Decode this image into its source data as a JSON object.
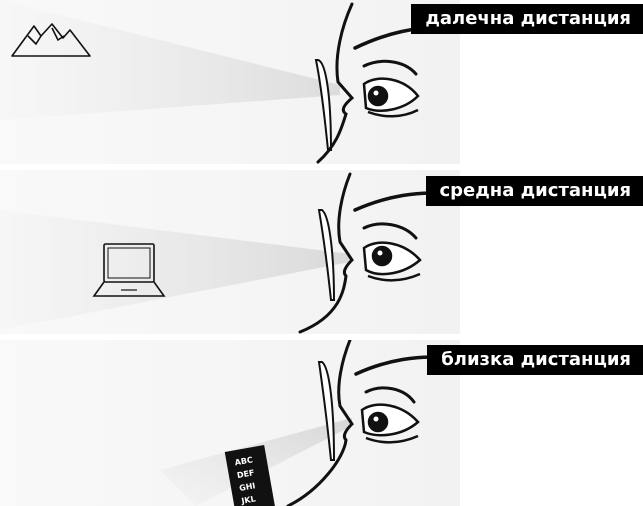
{
  "panels": [
    {
      "label": "далечна дистанция"
    },
    {
      "label": "средна дистанция"
    },
    {
      "label": "близка дистанция"
    }
  ],
  "card_lines": [
    "ABC",
    "DEF",
    "GHI",
    "JKL"
  ],
  "icons": [
    "mountain-icon",
    "laptop-icon",
    "reading-card-icon",
    "eye-icon",
    "lens-icon"
  ],
  "colors": {
    "label_bg": "#000000",
    "label_text": "#ffffff",
    "panel_bg": "#f7f7f7",
    "beam": "#e2e2e2"
  }
}
